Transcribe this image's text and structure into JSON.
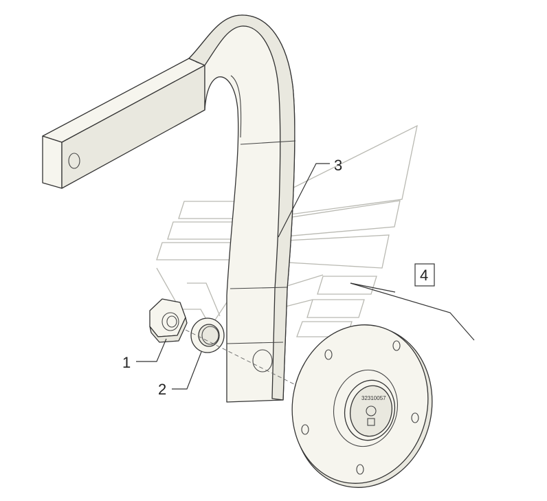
{
  "callouts": [
    {
      "id": "1",
      "label": "1"
    },
    {
      "id": "2",
      "label": "2"
    },
    {
      "id": "3",
      "label": "3"
    },
    {
      "id": "4",
      "label": "4"
    }
  ],
  "hub": {
    "cap_text": "32310057"
  },
  "colors": {
    "part_fill": "#f6f5ee",
    "outline": "#333333",
    "watermark": "#b9b9b2"
  }
}
